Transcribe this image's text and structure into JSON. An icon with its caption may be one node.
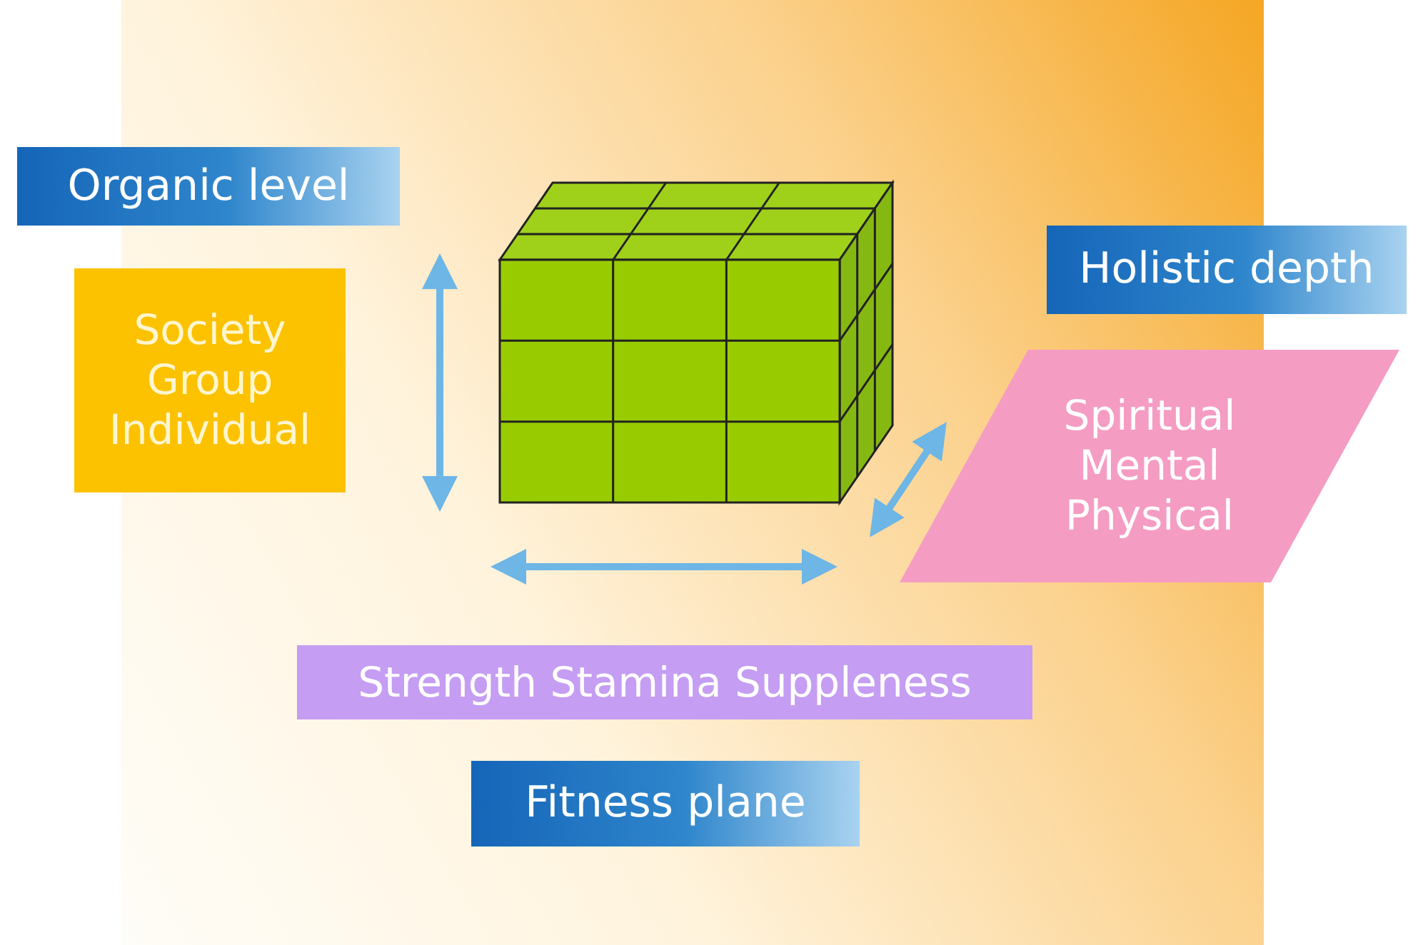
{
  "diagram": {
    "nodes": [
      {
        "text": [
          "Organic level"
        ]
      },
      {
        "text": [
          "Society",
          "Group",
          "Individual"
        ]
      },
      {
        "text": [
          "Holistic depth"
        ]
      },
      {
        "text": [
          "Spiritual",
          "Mental",
          "Physical"
        ]
      },
      {
        "text": [
          "Strength Stamina Suppleness"
        ]
      },
      {
        "text": [
          "Fitness plane"
        ]
      }
    ],
    "edges": []
  }
}
